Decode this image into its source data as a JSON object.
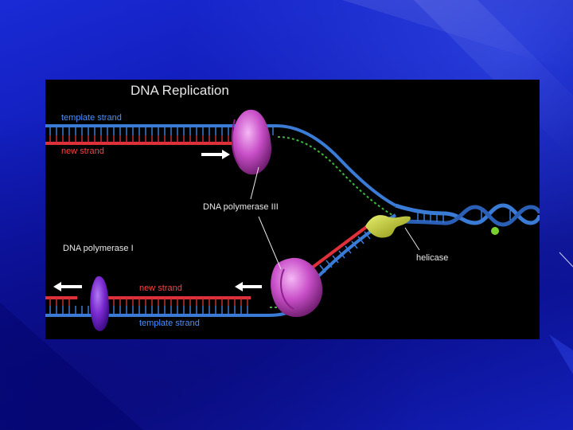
{
  "slide": {
    "background_color": "#0f1ab0",
    "panel_color": "#000000"
  },
  "diagram": {
    "title": "DNA Replication",
    "labels": {
      "template_strand_top": "template strand",
      "new_strand_top": "new strand",
      "dna_polymerase_iii": "DNA polymerase III",
      "dna_polymerase_i": "DNA polymerase I",
      "helicase": "helicase",
      "new_strand_bottom": "new strand",
      "template_strand_bottom": "template strand"
    },
    "colors": {
      "template_strand": "#3a7bd5",
      "new_strand": "#e0303a",
      "polymerase": "#c040c0",
      "polymerase_i": "#7a2ad0",
      "helicase": "#b8c020",
      "primer": "#3cb83c",
      "arrow": "#ffffff"
    }
  }
}
